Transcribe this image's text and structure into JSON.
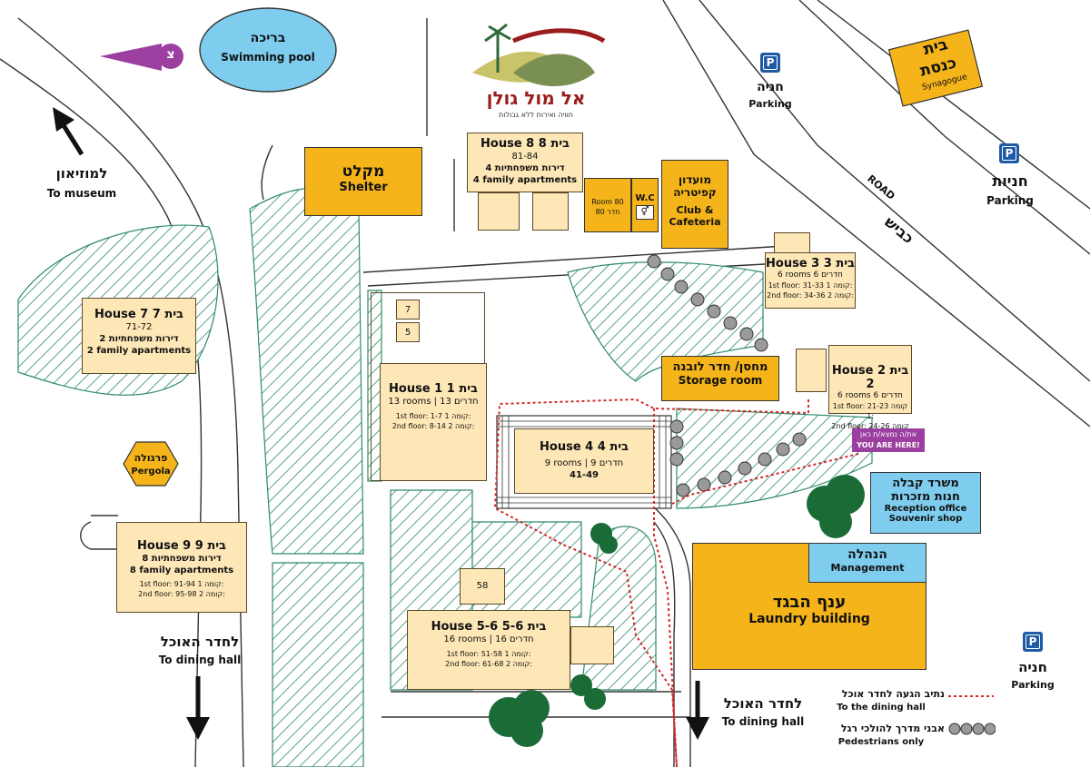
{
  "logo": {
    "name": "אל מול גולן",
    "tagline": "חוויה ואירוח ללא גבולות"
  },
  "colors": {
    "building_yellow": "#f4b41a",
    "house_cream": "#fde7b6",
    "office_blue": "#7fcdee",
    "green_hatch": "#2e8b6a",
    "tree_green": "#1a6b35",
    "parking_blue": "#1f5aa6",
    "north_purple": "#9b3fa0",
    "path_red": "#d62828",
    "stone_gray": "#9a9a9a"
  },
  "north_marker": {
    "letter": "צ"
  },
  "pool": {
    "he": "בריכה",
    "en": "Swimming pool"
  },
  "museum": {
    "he": "למוזיאון",
    "en": "To museum"
  },
  "shelter": {
    "he": "מקלט",
    "en": "Shelter"
  },
  "house8": {
    "title_en": "House 8",
    "title_he": "בית 8",
    "range": "81-84",
    "line_he": "4 דירות משפחתיות",
    "line_en": "4 family apartments"
  },
  "room80": {
    "en": "Room 80",
    "he": "חדר 80"
  },
  "wc": {
    "label": "W.C",
    "icon": "restroom-icon"
  },
  "club": {
    "he1": "מועדון",
    "he2": "קפיטריה",
    "en1": "Club &",
    "en2": "Cafeteria"
  },
  "parking_top": {
    "he": "חניה",
    "en": "Parking",
    "icon": "P"
  },
  "parking_right": {
    "he": "חניות",
    "en": "Parking",
    "icon": "P"
  },
  "parking_bottom": {
    "he": "חניה",
    "en": "Parking",
    "icon": "P"
  },
  "synagogue": {
    "he1": "בית",
    "he2": "כנסת",
    "en": "Synagogue"
  },
  "road": {
    "en": "ROAD",
    "he": "כביש"
  },
  "house3": {
    "title_en": "House 3",
    "title_he": "בית 3",
    "rooms_en": "6 rooms",
    "rooms_he": "6 חדרים",
    "f1_en": "1st floor: 31-33",
    "f1_he": "קומה 1:",
    "f2_en": "2nd floor: 34-36",
    "f2_he": "קומה 2:"
  },
  "house7": {
    "title_en": "House 7",
    "title_he": "בית 7",
    "range": "71-72",
    "line_he": "2 דירות משפחתיות",
    "line_en": "2 family apartments"
  },
  "house1": {
    "title_en": "House 1",
    "title_he": "בית 1",
    "rooms_en": "13 rooms",
    "rooms_he": "13 חדרים",
    "f1_en": "1st floor: 1-7",
    "f1_he": "קומה 1:",
    "f2_en": "2nd floor: 8-14",
    "f2_he": "קומה 2:",
    "room7": "7",
    "room5": "5"
  },
  "storage": {
    "he": "מחסן/ חדר לובנה",
    "en": "Storage room"
  },
  "house2": {
    "title_en": "House 2",
    "title_he": "בית 2",
    "rooms_en": "6 rooms",
    "rooms_he": "6 חדרים",
    "f1_en": "1st floor: 21-23",
    "f1_he": "קומה 1:",
    "f2_en": "2nd floor: 24-26",
    "f2_he": "קומה 2:"
  },
  "you_are_here": {
    "he": "את/ה נמצא/ת כאן",
    "en": "YOU ARE HERE!"
  },
  "pergola": {
    "he": "פרגולה",
    "en": "Pergola"
  },
  "house4": {
    "title_en": "House 4",
    "title_he": "בית 4",
    "rooms_en": "9 rooms",
    "rooms_he": "9 חדרים",
    "range": "41-49"
  },
  "reception": {
    "he1": "משרד קבלה",
    "he2": "חנות מזכרות",
    "en1": "Reception office",
    "en2": "Souvenir shop"
  },
  "house9": {
    "title_en": "House 9",
    "title_he": "בית 9",
    "line_he": "8 דירות משפחתיות",
    "line_en": "8 family apartments",
    "f1_en": "1st floor: 91-94",
    "f1_he": "קומה 1:",
    "f2_en": "2nd floor: 95-98",
    "f2_he": "קומה 2:"
  },
  "management": {
    "he": "הנהלה",
    "en": "Management"
  },
  "laundry": {
    "he": "ענף הבגד",
    "en": "Laundry building"
  },
  "room58": "58",
  "house56": {
    "title_en": "House 5-6",
    "title_he": "בית 5-6",
    "rooms_en": "16 rooms",
    "rooms_he": "16 חדרים",
    "f1_en": "1st floor: 51-58",
    "f1_he": "קומה 1:",
    "f2_en": "2nd floor: 61-68",
    "f2_he": "קומה 2:"
  },
  "dining_left": {
    "he": "לחדר האוכל",
    "en": "To dining hall"
  },
  "dining_mid": {
    "he": "לחדר האוכל",
    "en": "To dining hall"
  },
  "legend": {
    "path_he": "נתיב הגעה לחדר אוכל",
    "path_en": "To the dining hall",
    "stones_he": "אבני מדרך להולכי רגל",
    "stones_en": "Pedestrians only"
  }
}
